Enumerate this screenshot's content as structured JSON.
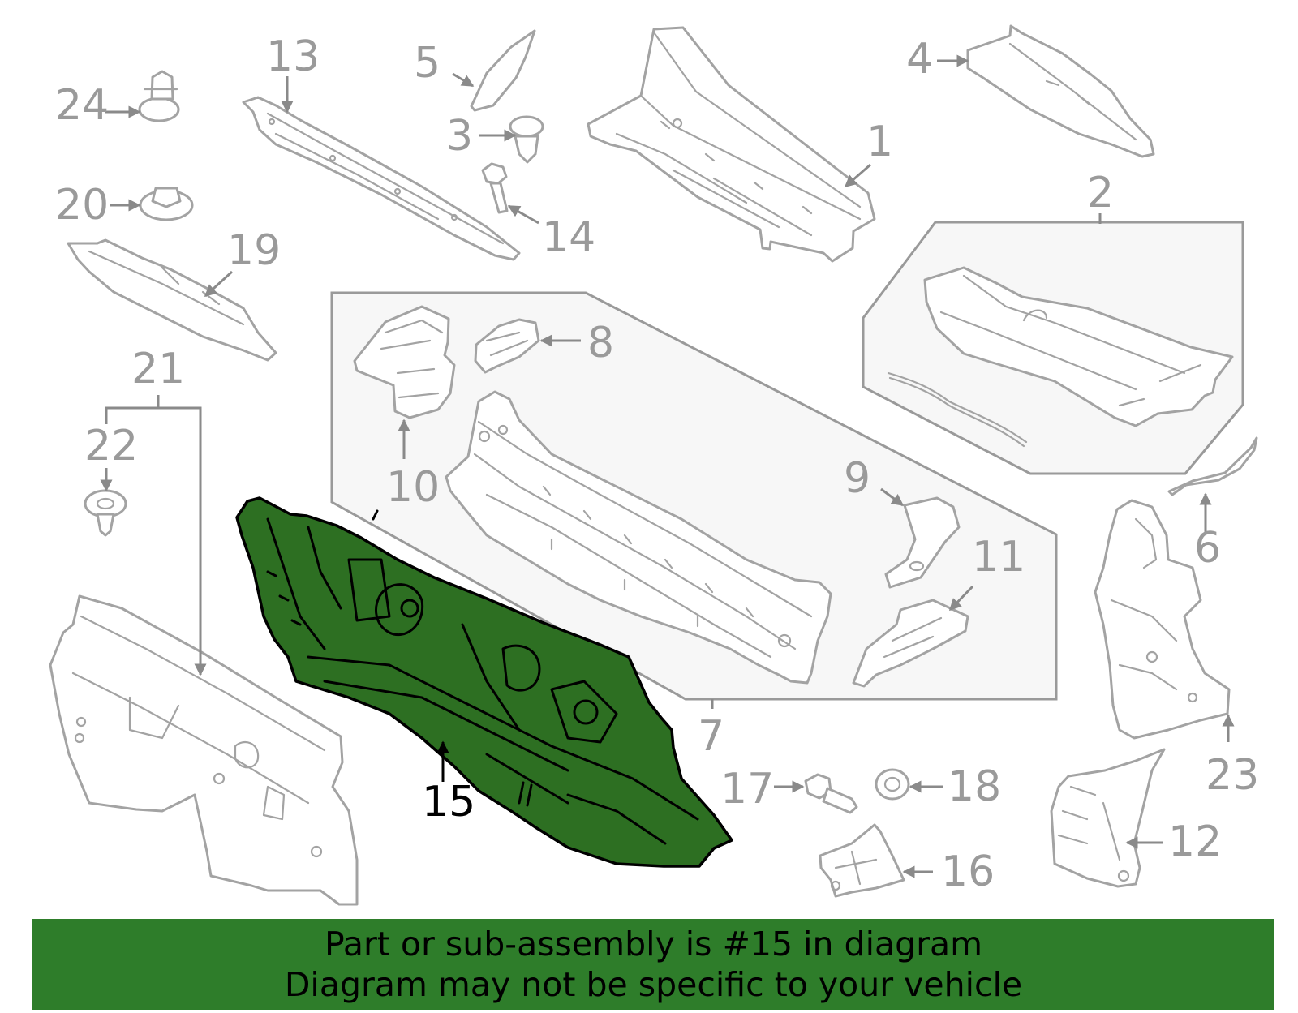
{
  "callouts": {
    "c1": "1",
    "c2": "2",
    "c3": "3",
    "c4": "4",
    "c5": "5",
    "c6": "6",
    "c7": "7",
    "c8": "8",
    "c9": "9",
    "c10": "10",
    "c11": "11",
    "c12": "12",
    "c13": "13",
    "c14": "14",
    "c15": "15",
    "c16": "16",
    "c17": "17",
    "c18": "18",
    "c19": "19",
    "c20": "20",
    "c21": "21",
    "c22": "22",
    "c23": "23",
    "c24": "24"
  },
  "highlighted_part": "15",
  "colors": {
    "highlight": "#2d6f22",
    "banner": "#2e7d2a",
    "linework": "#a3a3a3"
  },
  "banner": {
    "line1": "Part or sub-assembly is #15 in diagram",
    "line2": "Diagram may not be specific to your vehicle"
  }
}
